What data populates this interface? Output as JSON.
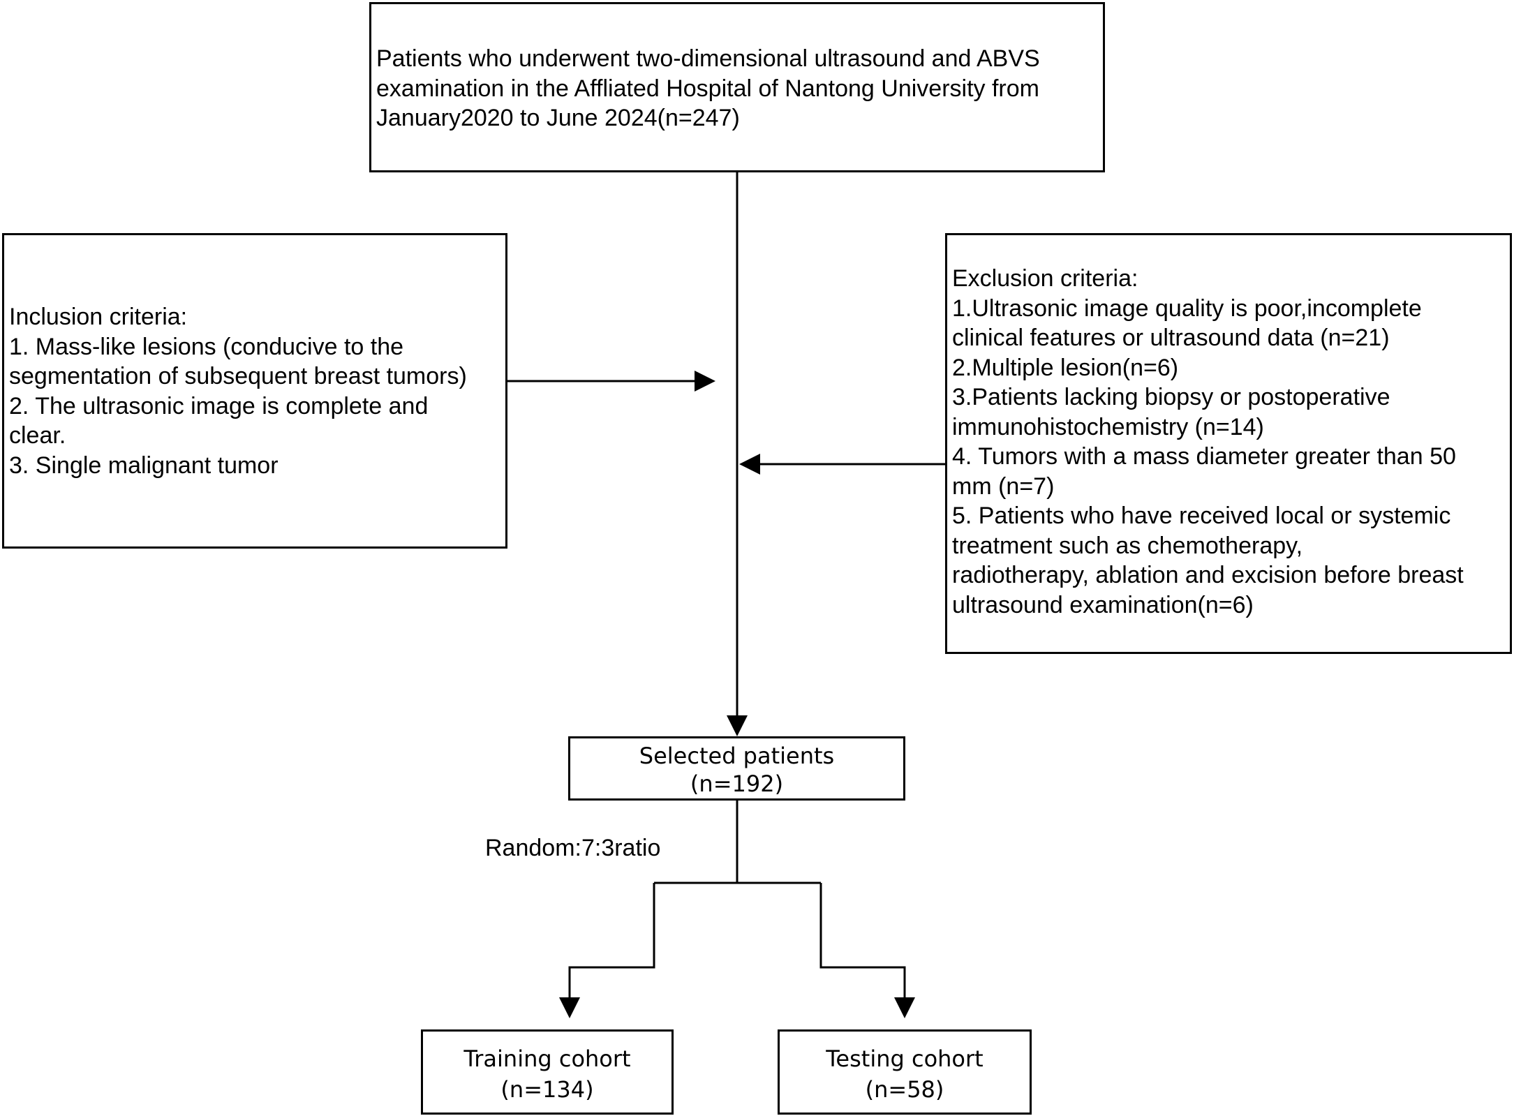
{
  "top_box": {
    "lines": [
      "Patients who underwent two-dimensional ultrasound and ABVS",
      "examination in the Affliated Hospital of Nantong University from",
      "January2020 to June 2024(n=247)"
    ]
  },
  "inclusion": {
    "lines": [
      "Inclusion criteria:",
      "1. Mass-like lesions (conducive to the",
      "segmentation of subsequent breast tumors)",
      "2. The ultrasonic image is complete and",
      "clear.",
      "3. Single malignant tumor"
    ]
  },
  "exclusion": {
    "lines": [
      "Exclusion criteria:",
      "1.Ultrasonic image quality is poor,incomplete",
      "clinical features or ultrasound data (n=21)",
      "2.Multiple lesion(n=6)",
      "3.Patients lacking biopsy or postoperative",
      "immunohistochemistry (n=14)",
      "4. Tumors with a mass diameter greater than 50",
      "mm (n=7)",
      "5. Patients who have received local or systemic",
      "treatment such as chemotherapy,",
      "radiotherapy, ablation and excision before breast",
      "ultrasound examination(n=6)"
    ]
  },
  "selected": {
    "title": "Selected patients",
    "count": "(n=192)"
  },
  "split_label": "Random:7:3ratio",
  "training": {
    "title": "Training cohort",
    "count": "(n=134)"
  },
  "testing": {
    "title": "Testing cohort",
    "count": "(n=58)"
  }
}
